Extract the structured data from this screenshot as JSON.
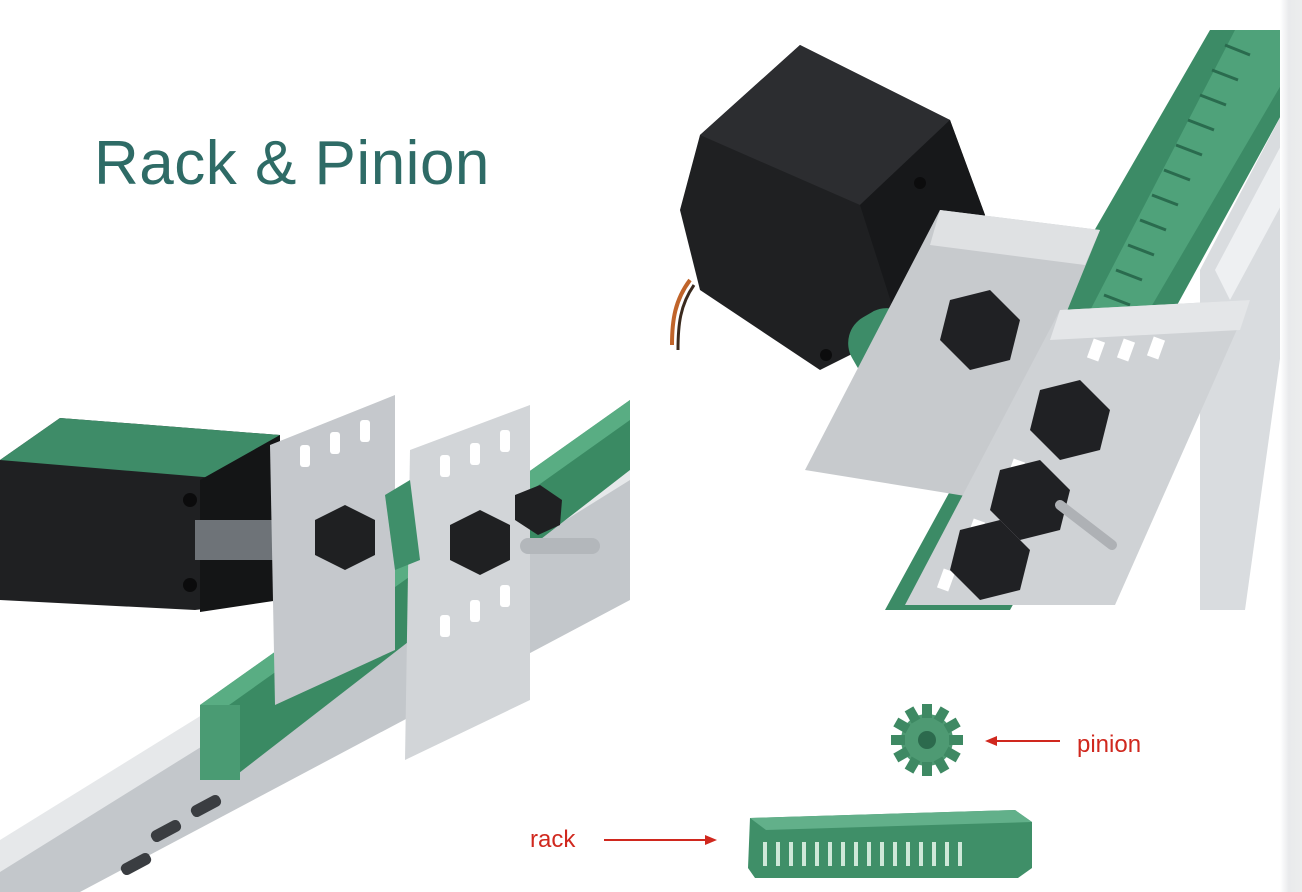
{
  "slide": {
    "title": "Rack & Pinion"
  },
  "labels": {
    "pinion": "pinion",
    "rack": "rack"
  },
  "colors": {
    "title": "#2e6b66",
    "label": "#d0281e",
    "rack_green": "#3f8f6a",
    "motor_black": "#1e1f21",
    "plate_silver": "#c9ccd0"
  },
  "photos": {
    "left": "rack-and-pinion-assembly-side-view",
    "right": "rack-and-pinion-assembly-angled-view",
    "parts": [
      "pinion-gear",
      "rack-segment"
    ]
  }
}
